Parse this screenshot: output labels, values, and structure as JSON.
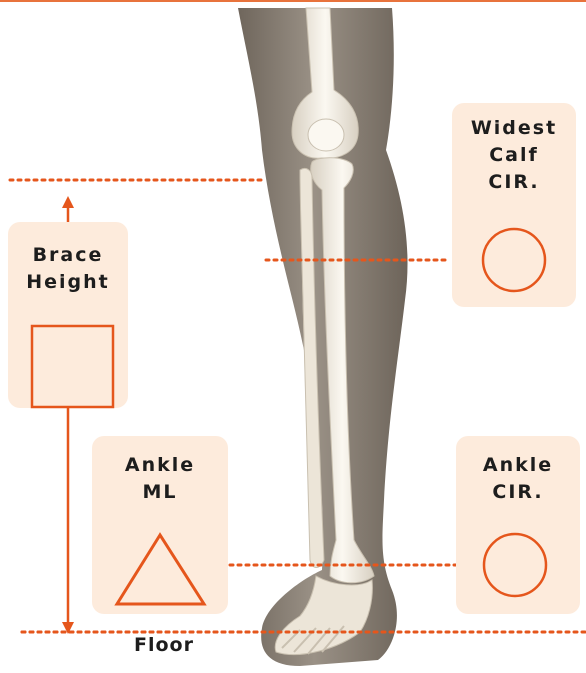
{
  "colors": {
    "accent": "#e5561c",
    "card": "#fdebdc",
    "skin": "#8d8478",
    "bone": "#f3ede2"
  },
  "labels": {
    "brace_height": "Brace\nHeight",
    "widest_calf": "Widest\nCalf\nCIR.",
    "ankle_ml": "Ankle\nML",
    "ankle_cir": "Ankle\nCIR.",
    "floor": "Floor"
  },
  "icons": {
    "brace_height": "square-icon",
    "widest_calf": "circle-icon",
    "ankle_ml": "triangle-icon",
    "ankle_cir": "circle-icon"
  }
}
